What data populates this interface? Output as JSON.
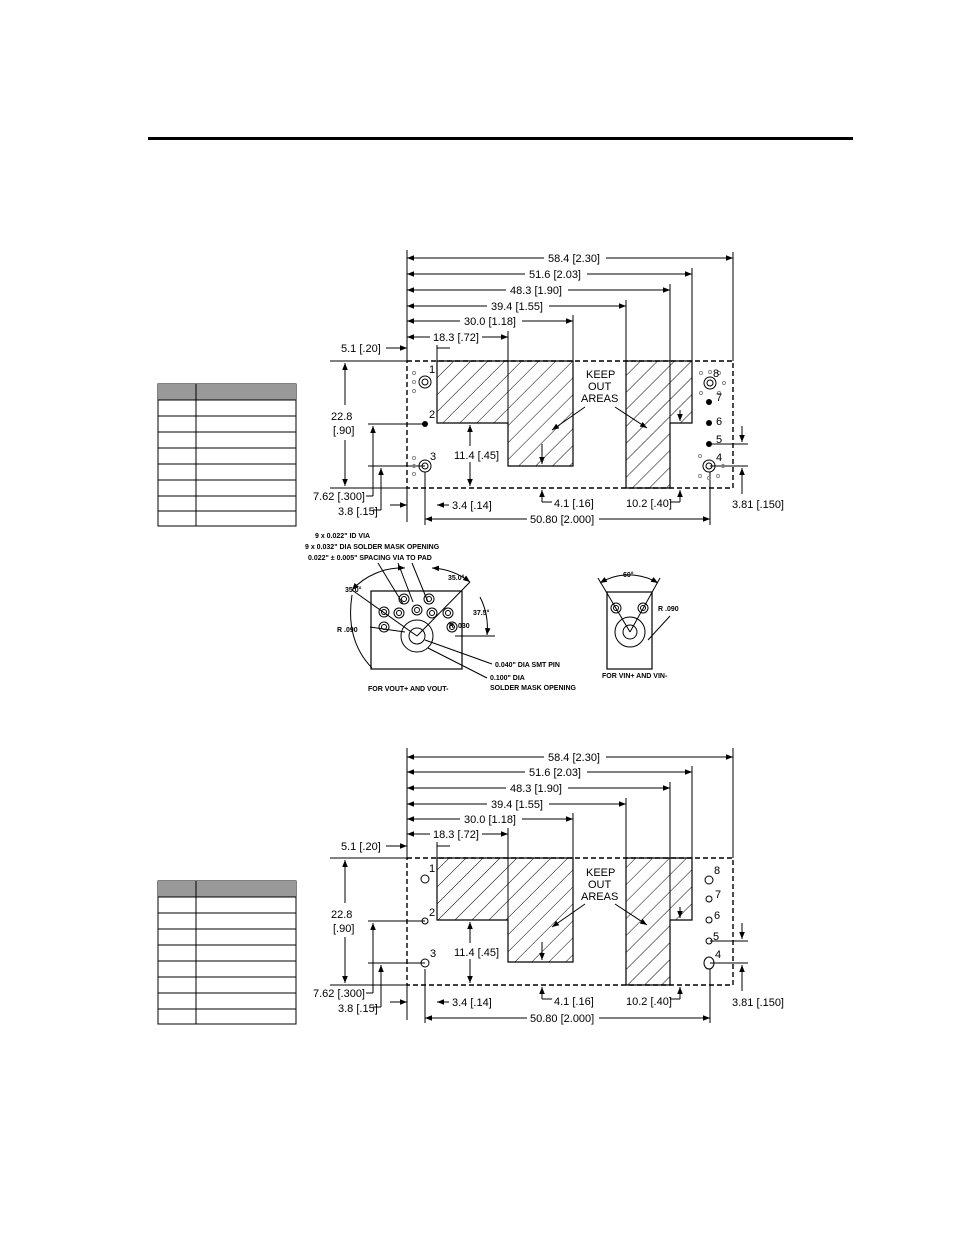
{
  "dims": {
    "d58": "58.4 [2.30]",
    "d51": "51.6 [2.03]",
    "d48": "48.3 [1.90]",
    "d39": "39.4 [1.55]",
    "d30": "30.0 [1.18]",
    "d18": "18.3 [.72]",
    "d5": "5.1 [.20]",
    "d228": "22.8",
    "d228b": "[.90]",
    "d114": "11.4 [.45]",
    "d762": "7.62 [.300]",
    "d38": "3.8 [.15]",
    "d34": "3.4 [.14]",
    "d41": "4.1 [.16]",
    "d102": "10.2 [.40]",
    "d381": "3.81 [.150]",
    "d508": "50.80 [2.000]"
  },
  "keepout": [
    "KEEP",
    "OUT",
    "AREAS"
  ],
  "pins": [
    "1",
    "2",
    "3",
    "4",
    "5",
    "6",
    "7",
    "8"
  ],
  "detail": {
    "note1": "9 x 0.022\" ID VIA",
    "note2": "9 x 0.032\" DIA SOLDER MASK OPENING",
    "note3": "0.022\" ± 0.005\" SPACING VIA TO PAD",
    "ang35a": "35.0°",
    "ang35b": "35.0°",
    "ang375": "37.5°",
    "r090a": "R .090",
    "r030": "R .030",
    "pin040": "0.040\" DIA SMT PIN",
    "mask1": "0.100\" DIA",
    "mask2": "SOLDER MASK OPENING",
    "cap_left": "FOR VOUT+ AND VOUT-",
    "ang60": "60°",
    "r090b": "R .090",
    "cap_right": "FOR VIN+ AND VIN-"
  }
}
